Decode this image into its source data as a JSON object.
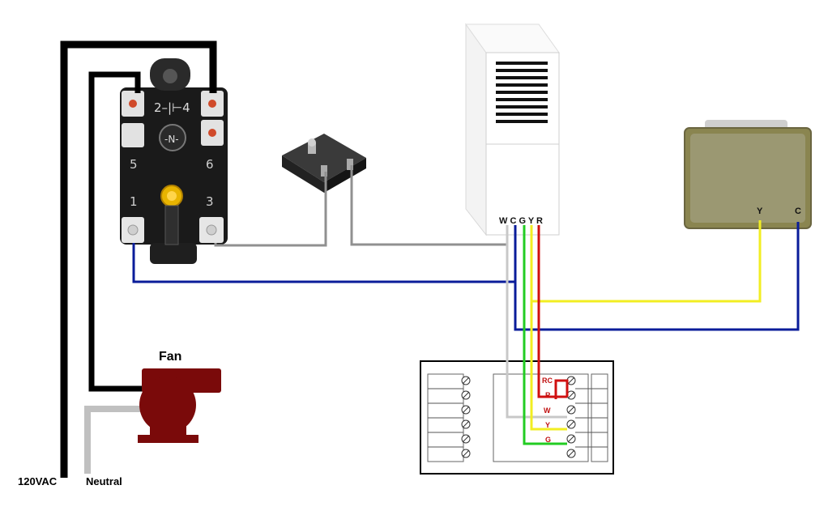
{
  "labels": {
    "fan": "Fan",
    "hot": "120VAC",
    "neutral": "Neutral"
  },
  "relay": {
    "contact_symbol": "2–|⊢4",
    "terminals": [
      "1",
      "3",
      "5",
      "6"
    ]
  },
  "air_handler": {
    "terminals": "W C G Y R"
  },
  "condenser": {
    "terminal_y": "Y",
    "terminal_c": "C"
  },
  "thermostat": {
    "terminals": [
      "RC",
      "R",
      "W",
      "Y",
      "G"
    ]
  },
  "colors": {
    "hot_wire": "#000000",
    "neutral_wire": "#c0c0c0",
    "common_wire": "#0a1c9a",
    "fan_wire": "#22cc22",
    "cool_wire": "#f2ee22",
    "power_wire": "#d01010",
    "signal_wire": "#909090",
    "fan_body": "#7a0a0a"
  }
}
